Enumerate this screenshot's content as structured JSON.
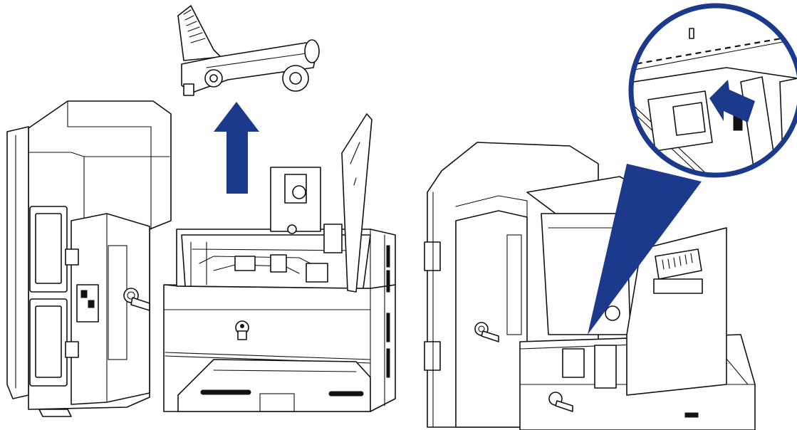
{
  "colors": {
    "arrow": "#1b3a8c",
    "line": "#111111",
    "background": "#ffffff"
  },
  "figure": {
    "left_panel": "printer-with-cleaning-roller-removal",
    "right_panel": "printer-with-roller-insertion-detail",
    "callout": "magnified-slot-view",
    "icons": [
      "up-arrow-icon",
      "insert-arrow-icon",
      "key-lock-icon"
    ]
  }
}
